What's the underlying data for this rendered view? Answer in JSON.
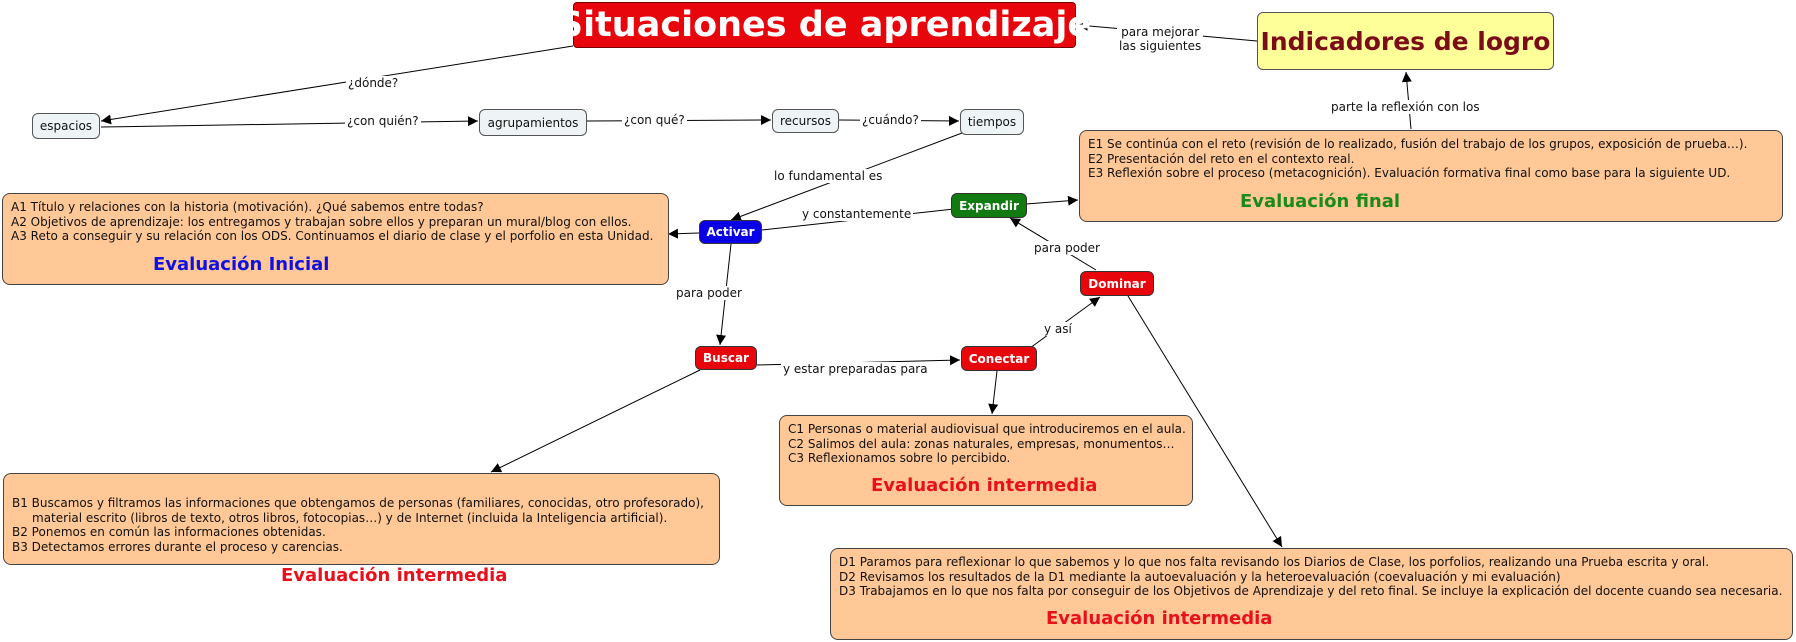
{
  "title": "Situaciones de aprendizaje",
  "indicadores": "Indicadores de logro",
  "small_nodes": {
    "espacios": "espacios",
    "agrupamientos": "agrupamientos",
    "recursos": "recursos",
    "tiempos": "tiempos"
  },
  "phases": {
    "activar": "Activar",
    "buscar": "Buscar",
    "conectar": "Conectar",
    "dominar": "Dominar",
    "expandir": "Expandir"
  },
  "link_labels": {
    "para_mejorar_1": "para mejorar",
    "para_mejorar_2": "las siguientes",
    "donde": "¿dónde?",
    "con_quien": "¿con quién?",
    "con_que": "¿con qué?",
    "cuando": "¿cuándo?",
    "lo_fundamental": "lo fundamental es",
    "y_constantemente": "y constantemente",
    "para_poder_1": "para poder",
    "para_poder_2": "para poder",
    "y_estar": "y estar preparadas para",
    "y_asi": "y así",
    "parte_reflexion": "parte la reflexión con los"
  },
  "cards": {
    "inicial": {
      "lines": [
        "A1 Título y relaciones con la historia (motivación). ¿Qué sabemos entre todas?",
        "A2 Objetivos de aprendizaje: los entregamos y trabajan sobre ellos y preparan un mural/blog con ellos.",
        "A3 Reto a conseguir y su relación con los ODS.  Continuamos el diario de clase y el porfolio en esta Unidad."
      ],
      "eval": "Evaluación Inicial",
      "eval_color": "#1010e0"
    },
    "final": {
      "lines": [
        "E1  Se continúa con el reto (revisión de lo realizado, fusión del trabajo de los grupos, exposición de prueba…).",
        "E2 Presentación del reto en el contexto real.",
        "E3 Reflexión sobre el proceso (metacognición). Evaluación formativa final como base para la siguiente UD."
      ],
      "eval": "Evaluación final",
      "eval_color": "#1a8a1a"
    },
    "buscar": {
      "lines": [
        "B1 Buscamos y filtramos las informaciones que obtengamos de personas (familiares, conocidas, otro profesorado),",
        "material escrito (libros de texto, otros libros, fotocopias…) y de Internet (incluida la Inteligencia artificial).",
        "B2 Ponemos en común las informaciones obtenidas.",
        "B3 Detectamos errores durante el proceso y carencias."
      ],
      "eval": "Evaluación intermedia",
      "eval_color": "#e8101a"
    },
    "conectar": {
      "lines": [
        "C1 Personas o material audiovisual que introduciremos en el aula.",
        "C2 Salimos del aula: zonas naturales, empresas, monumentos…",
        "C3 Reflexionamos sobre lo percibido."
      ],
      "eval": "Evaluación intermedia",
      "eval_color": "#e8101a"
    },
    "dominar": {
      "lines": [
        "D1 Paramos para reflexionar lo que sabemos y lo que nos falta revisando los Diarios de Clase, los porfolios, realizando una Prueba escrita y oral.",
        "D2 Revisamos los resultados de la D1 mediante la autoevaluación y la heteroevaluación (coevaluación y mi evaluación)",
        "D3 Trabajamos en lo que nos falta por conseguir de los Objetivos de Aprendizaje y del reto final. Se incluye la explicación del docente cuando sea necesaria."
      ],
      "eval": "Evaluación intermedia",
      "eval_color": "#e8101a"
    }
  }
}
